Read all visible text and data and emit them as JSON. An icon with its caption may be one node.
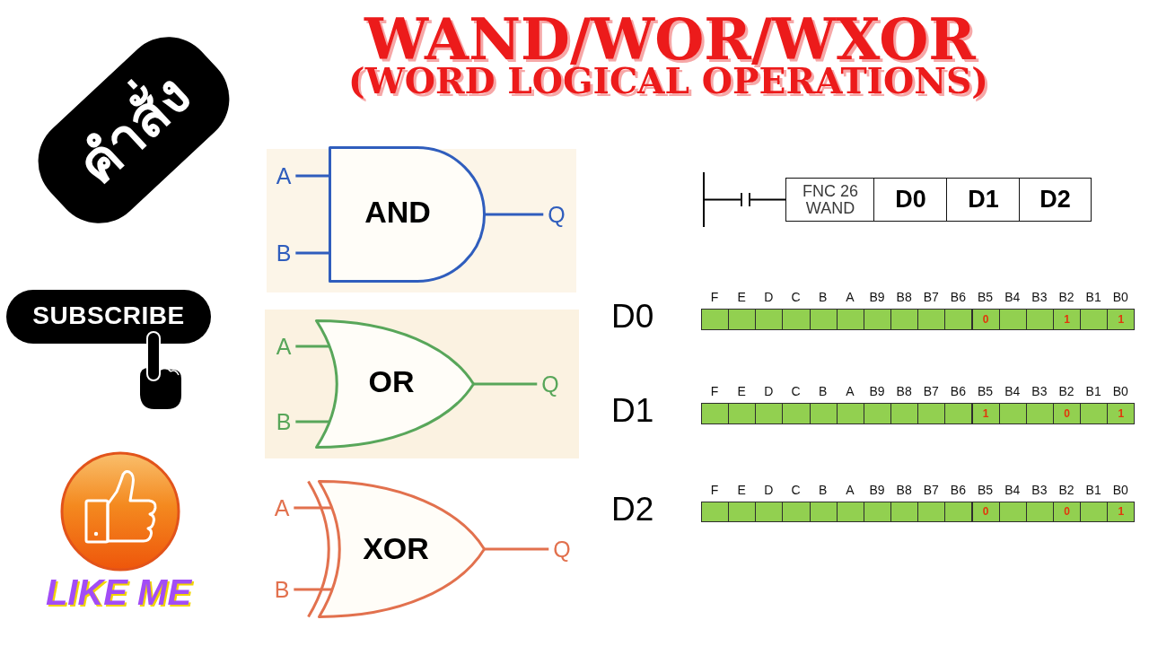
{
  "diagram": {
    "title": "WAND/WOR/WXOR",
    "nodes": [
      {
        "text": [
          "A"
        ]
      },
      {
        "text": [
          "B"
        ]
      },
      {
        "text": [
          "AND"
        ]
      },
      {
        "text": [
          "Q"
        ]
      },
      {
        "text": [
          "A"
        ]
      },
      {
        "text": [
          "B"
        ]
      },
      {
        "text": [
          "OR"
        ]
      },
      {
        "text": [
          "Q"
        ]
      },
      {
        "text": [
          "A"
        ]
      },
      {
        "text": [
          "B"
        ]
      },
      {
        "text": [
          "XOR"
        ]
      },
      {
        "text": [
          "Q"
        ]
      },
      {
        "text": [],
        "shape": "bar"
      },
      {
        "text": [],
        "shape": "contact"
      },
      {
        "text": [
          "FNC 26 WAND"
        ]
      },
      {
        "text": [
          "D0"
        ]
      },
      {
        "text": [
          "D1"
        ]
      },
      {
        "text": [
          "D2"
        ]
      }
    ],
    "edges": [
      {
        "from": 0,
        "to": 2,
        "arrow": "none",
        "color": "#2f5dbd"
      },
      {
        "from": 1,
        "to": 2,
        "arrow": "none",
        "color": "#2f5dbd"
      },
      {
        "from": 2,
        "to": 3,
        "arrow": "none",
        "color": "#2f5dbd"
      },
      {
        "from": 4,
        "to": 6,
        "arrow": "none",
        "color": "#58a65a"
      },
      {
        "from": 5,
        "to": 6,
        "arrow": "none",
        "color": "#58a65a"
      },
      {
        "from": 6,
        "to": 7,
        "arrow": "none",
        "color": "#58a65a"
      },
      {
        "from": 8,
        "to": 10,
        "arrow": "none",
        "color": "#e2714e"
      },
      {
        "from": 9,
        "to": 10,
        "arrow": "none",
        "color": "#e2714e"
      },
      {
        "from": 10,
        "to": 11,
        "arrow": "none",
        "color": "#e2714e"
      },
      {
        "from": 12,
        "to": 13,
        "arrow": "none",
        "color": "#000000"
      },
      {
        "from": 13,
        "to": 14,
        "arrow": "none",
        "color": "#000000"
      }
    ],
    "labels": [
      "(WORD LOGICAL OPERATIONS)",
      "คำสั่ง",
      "SUBSCRIBE",
      "LIKE ME",
      "D0",
      "F",
      "E",
      "D",
      "C",
      "B",
      "A",
      "B9",
      "B8",
      "B7",
      "B6",
      "B5",
      "B4",
      "B3",
      "B2",
      "B1",
      "B0",
      "0",
      "1",
      "1",
      "D1",
      "F",
      "E",
      "D",
      "C",
      "B",
      "A",
      "B9",
      "B8",
      "B7",
      "B6",
      "B5",
      "B4",
      "B3",
      "B2",
      "B1",
      "B0",
      "1",
      "0",
      "1",
      "D2",
      "F",
      "E",
      "D",
      "C",
      "B",
      "A",
      "B9",
      "B8",
      "B7",
      "B6",
      "B5",
      "B4",
      "B3",
      "B2",
      "B1",
      "B0",
      "0",
      "0",
      "1"
    ]
  }
}
